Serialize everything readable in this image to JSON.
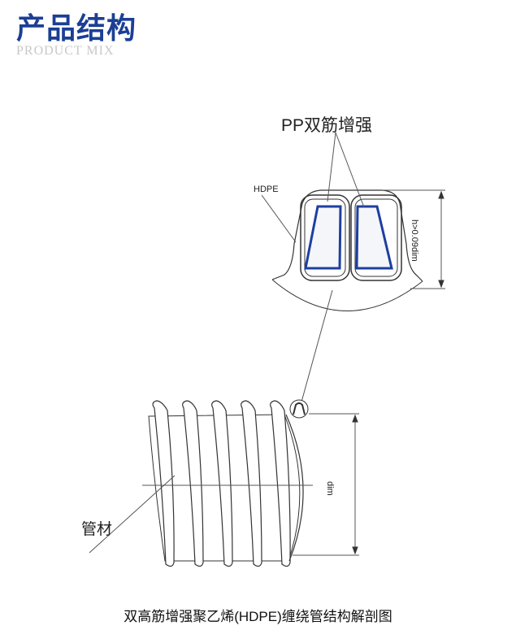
{
  "header": {
    "title": "产品结构",
    "subtitle": "PRODUCT MIX"
  },
  "diagram": {
    "label_pp": "PP双筋增强",
    "label_hdpe": "HDPE",
    "label_height": "h>0.09dim",
    "label_diameter": "dim",
    "label_pipe": "管材",
    "caption": "双高筋增强聚乙烯(HDPE)缠绕管结构解剖图",
    "colors": {
      "title": "#1b3f94",
      "reinforcement": "#1f3fa0",
      "line": "#333333"
    }
  }
}
